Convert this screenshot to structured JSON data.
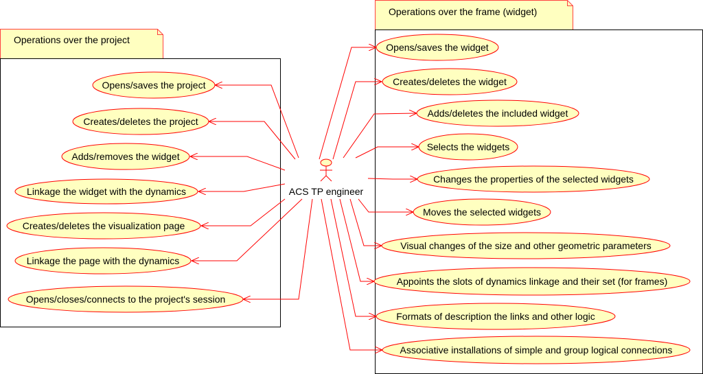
{
  "actor": {
    "name": "ACS TP engineer"
  },
  "packages": [
    {
      "title": "Operations over the project",
      "use_cases": [
        "Opens/saves the project",
        "Creates/deletes the project",
        "Adds/removes the widget",
        "Linkage the widget with the dynamics",
        "Creates/deletes the visualization page",
        "Linkage the page with the dynamics",
        "Opens/closes/connects to the project's session"
      ]
    },
    {
      "title": "Operations over the frame (widget)",
      "use_cases": [
        "Opens/saves the widget",
        "Creates/deletes the widget",
        "Adds/deletes the included widget",
        "Selects the widgets",
        "Changes the properties of the selected widgets",
        "Moves the selected widgets",
        "Visual changes of the size and other geometric parameters",
        "Appoints the slots of dynamics linkage and their set (for frames)",
        "Formats of description the links and other logic",
        "Associative installations of simple and group logical connections"
      ]
    }
  ],
  "colors": {
    "line": "#ff0000",
    "fill": "#ffffc0",
    "border": "#000000"
  }
}
